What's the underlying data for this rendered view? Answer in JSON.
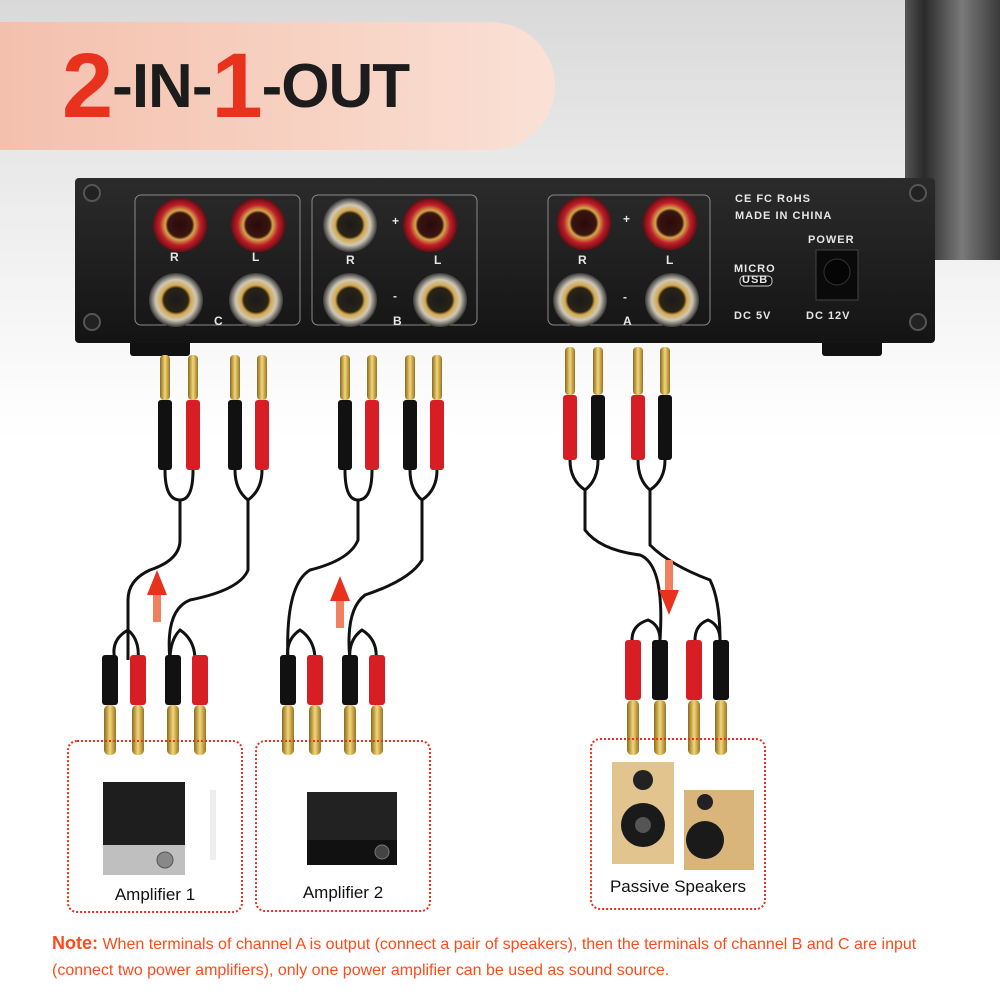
{
  "headline": {
    "num1": "2",
    "part1": "-IN-",
    "num2": "1",
    "part2": "-OUT"
  },
  "device": {
    "certs": "CE FC RoHS",
    "made_in": "MADE IN CHINA",
    "power_label": "POWER",
    "usb_label_1": "MICRO",
    "usb_label_2": "USB",
    "usb_voltage": "DC 5V",
    "power_voltage": "DC 12V",
    "channels": [
      {
        "name": "C",
        "r": "R",
        "l": "L",
        "plus": "",
        "minus": ""
      },
      {
        "name": "B",
        "r": "R",
        "l": "L",
        "plus": "+",
        "minus": "-"
      },
      {
        "name": "A",
        "r": "R",
        "l": "L",
        "plus": "+",
        "minus": "-"
      }
    ]
  },
  "devices": [
    {
      "label": "Amplifier 1"
    },
    {
      "label": "Amplifier 2"
    },
    {
      "label": "Passive Speakers"
    }
  ],
  "note": {
    "prefix": "Note:",
    "text": " When terminals of channel A is output (connect a pair of speakers), then the terminals of channel B and C are input (connect two power amplifiers), only one power amplifier can be used as sound source."
  },
  "colors": {
    "accent": "#e8321e",
    "note": "#ff4a1a"
  }
}
